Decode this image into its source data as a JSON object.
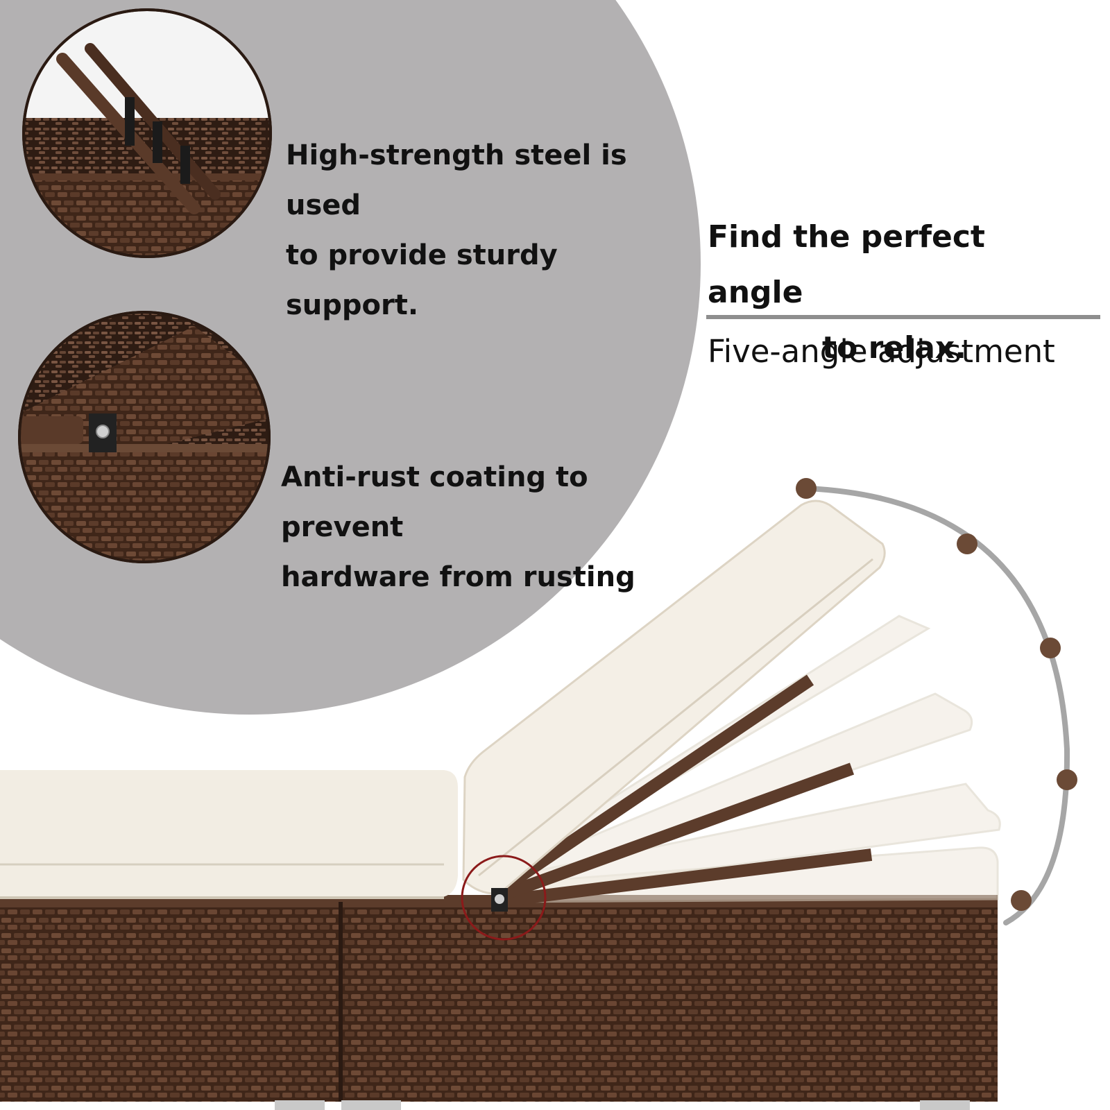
{
  "features": {
    "steel": {
      "line1": "High-strength steel is used",
      "line2": "to provide sturdy support.",
      "icon": "steel-support-detail-photo"
    },
    "rust": {
      "line1": "Anti-rust coating to prevent",
      "line2": "hardware from rusting",
      "icon": "hinge-bolt-detail-photo"
    }
  },
  "angle": {
    "title_line1": "Find the perfect angle",
    "title_line2": "to relax.",
    "subtitle": "Five-angle adjustment",
    "positions": 5
  },
  "colors": {
    "circle_bg": "#b3b1b2",
    "wicker": "#4a2e20",
    "wicker_light": "#7b5440",
    "cushion": "#f2ede3",
    "dot": "#6b4a36",
    "arc": "#a6a6a6",
    "hinge_ring": "#8b1a1a"
  }
}
